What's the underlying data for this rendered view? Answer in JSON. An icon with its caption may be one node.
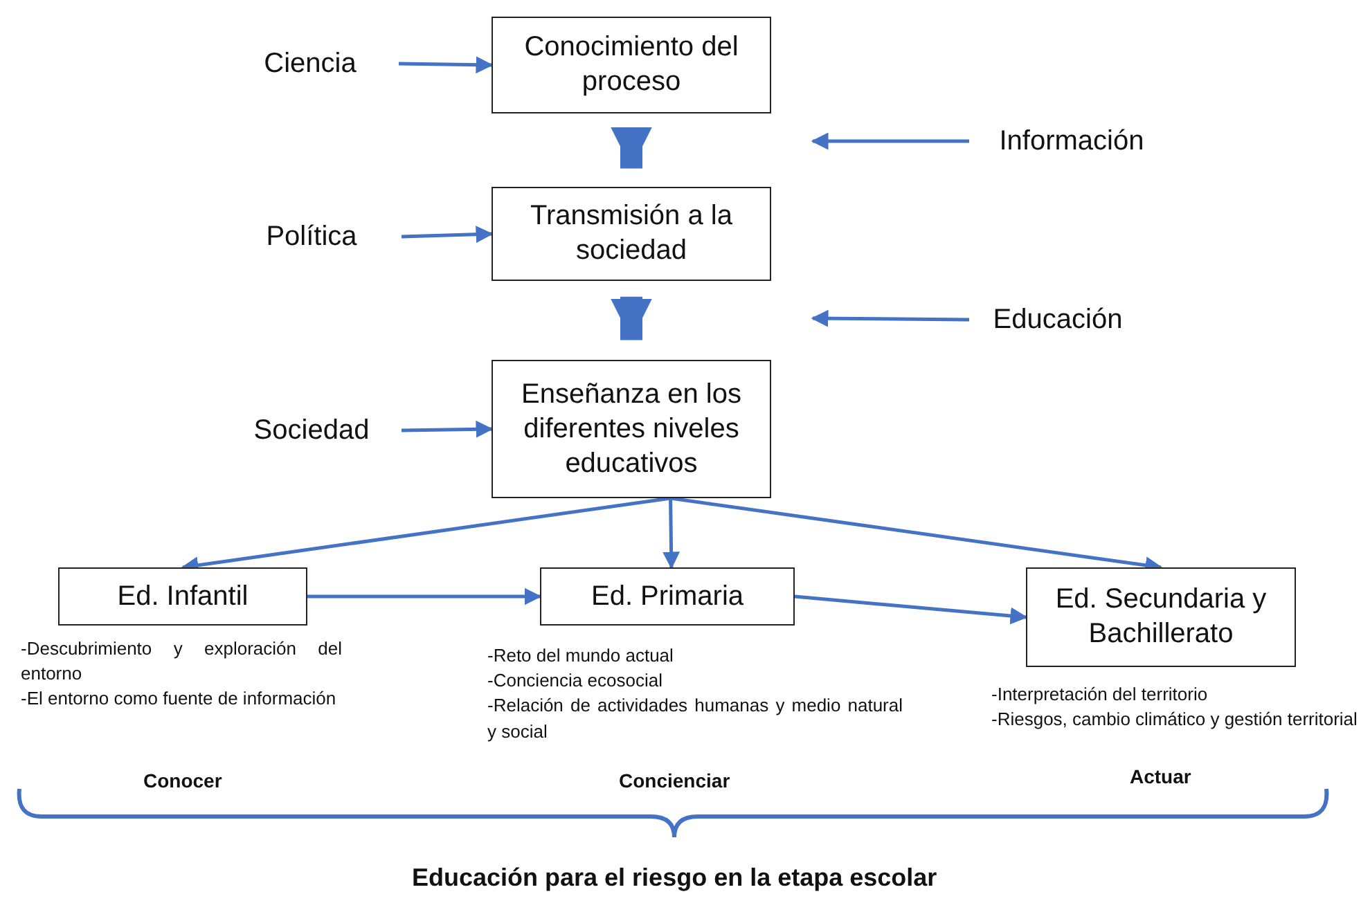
{
  "diagram": {
    "caption": "Educación para el riesgo en la etapa escolar",
    "nodes": [
      {
        "text": [
          "Conocimiento del proceso"
        ]
      },
      {
        "text": [
          "Transmisión a la sociedad"
        ]
      },
      {
        "text": [
          "Enseñanza en los diferentes niveles educativos"
        ]
      },
      {
        "text": [
          "Ed. Infantil"
        ],
        "beside": [
          "-Descubrimiento y exploración del entorno",
          "-El entorno como fuente de información"
        ]
      },
      {
        "text": [
          "Ed. Primaria"
        ],
        "beside": [
          "-Reto del mundo actual",
          "-Conciencia ecosocial",
          "-Relación de actividades humanas y medio natural y social"
        ]
      },
      {
        "text": [
          "Ed. Secundaria y Bachillerato"
        ],
        "beside": [
          "-Interpretación del territorio",
          "-Riesgos, cambio climático y gestión territorial"
        ]
      },
      {
        "text": [
          "Ciencia"
        ]
      },
      {
        "text": [
          "Información"
        ]
      },
      {
        "text": [
          "Política"
        ]
      },
      {
        "text": [
          "Educación"
        ]
      },
      {
        "text": [
          "Sociedad"
        ]
      }
    ],
    "edges": [
      {
        "from": 6,
        "to": 0,
        "arrow": "to"
      },
      {
        "from": 0,
        "to": 1,
        "arrow": "to",
        "style": "thick"
      },
      {
        "from": 7,
        "to": null,
        "arrow": "to"
      },
      {
        "from": 8,
        "to": 1,
        "arrow": "to"
      },
      {
        "from": 1,
        "to": 2,
        "arrow": "to",
        "style": "thick"
      },
      {
        "from": 9,
        "to": null,
        "arrow": "to"
      },
      {
        "from": 10,
        "to": 2,
        "arrow": "to"
      },
      {
        "from": 2,
        "to": 3,
        "arrow": "to"
      },
      {
        "from": 2,
        "to": 4,
        "arrow": "to"
      },
      {
        "from": 2,
        "to": 5,
        "arrow": "to"
      },
      {
        "from": 3,
        "to": 4,
        "arrow": "to"
      },
      {
        "from": 4,
        "to": 5,
        "arrow": "to"
      }
    ],
    "labels": [
      "Conocer",
      "Concienciar",
      "Actuar"
    ]
  }
}
